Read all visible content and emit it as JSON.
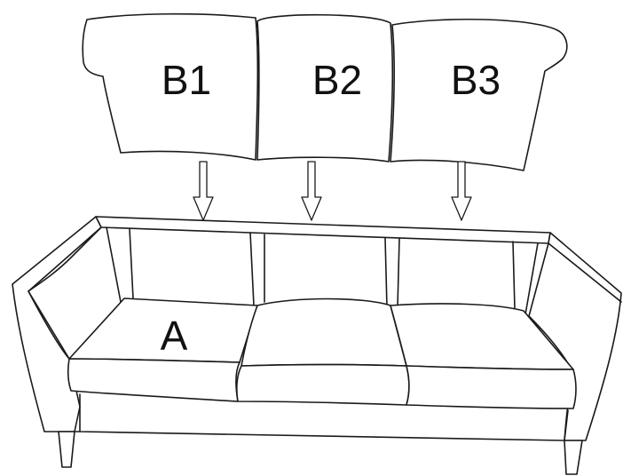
{
  "labels": {
    "cushion_b1": "B1",
    "cushion_b2": "B2",
    "cushion_b3": "B3",
    "seat_a": "A"
  }
}
